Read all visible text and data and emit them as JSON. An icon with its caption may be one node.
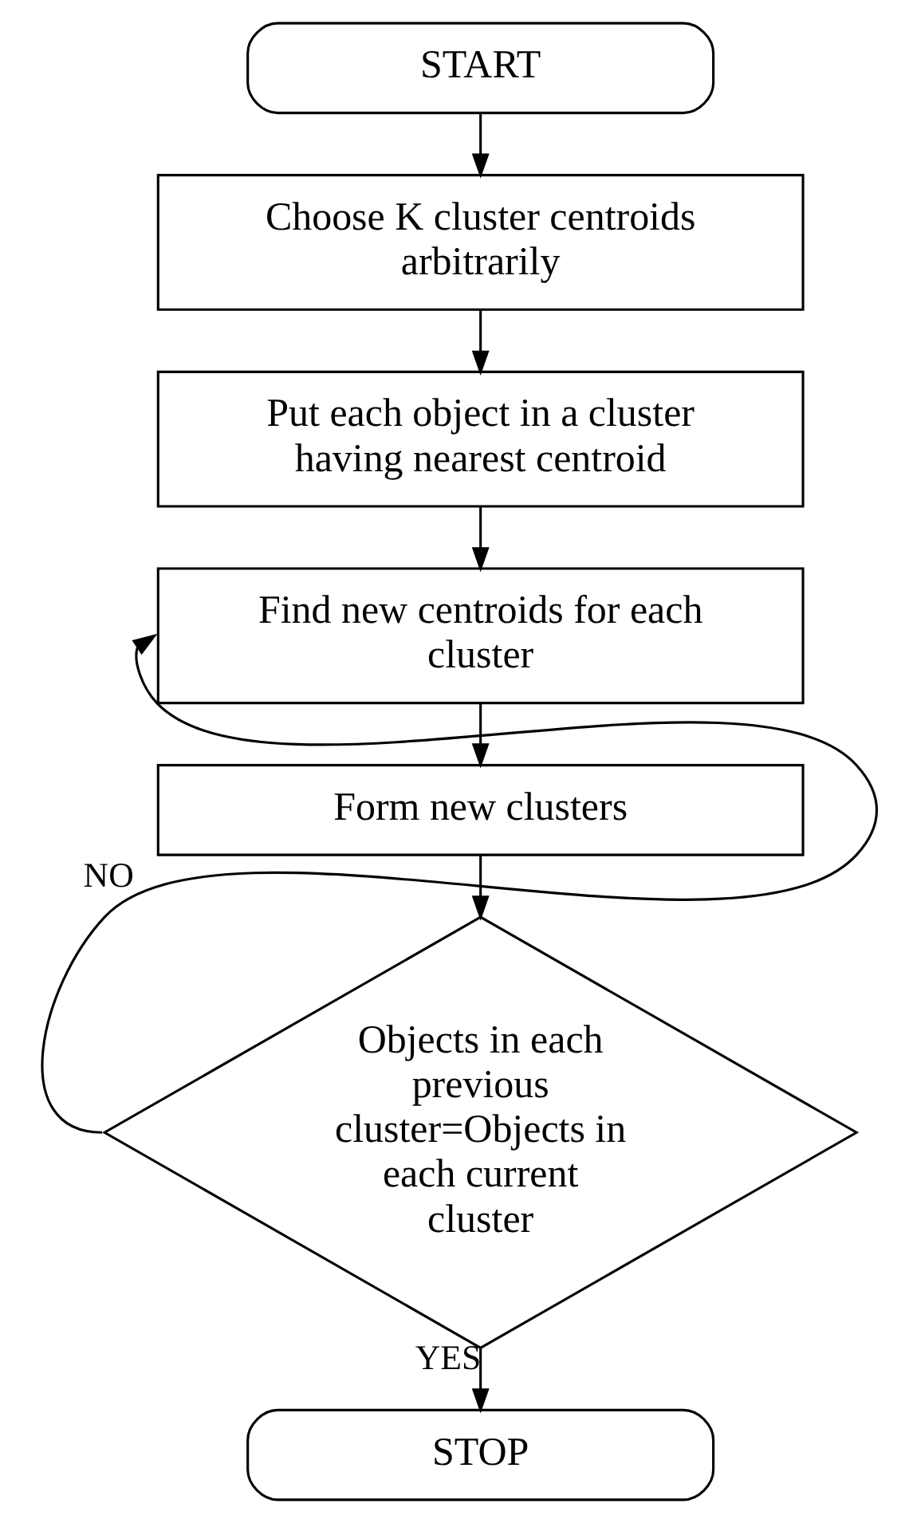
{
  "diagram": {
    "nodes": [
      {
        "text": [
          "START"
        ]
      },
      {
        "text": [
          "Choose K cluster centroids arbitrarily"
        ]
      },
      {
        "text": [
          "Put each object in a cluster having nearest centroid"
        ]
      },
      {
        "text": [
          "Find new centroids for each cluster"
        ]
      },
      {
        "text": [
          "Form new clusters"
        ]
      },
      {
        "text": [
          "Objects in each previous cluster=Objects in each current cluster"
        ]
      },
      {
        "text": [
          "STOP"
        ]
      }
    ],
    "edges": [
      {
        "from": 0,
        "to": 1,
        "arrow": "to"
      },
      {
        "from": 1,
        "to": 2,
        "arrow": "to"
      },
      {
        "from": 2,
        "to": 3,
        "arrow": "to"
      },
      {
        "from": 3,
        "to": 4,
        "arrow": "to"
      },
      {
        "from": 4,
        "to": 5,
        "arrow": "to"
      },
      {
        "from": 5,
        "to": 3,
        "arrow": "to",
        "label": "NO"
      },
      {
        "from": 5,
        "to": 6,
        "arrow": "to",
        "label": "YES"
      }
    ]
  }
}
